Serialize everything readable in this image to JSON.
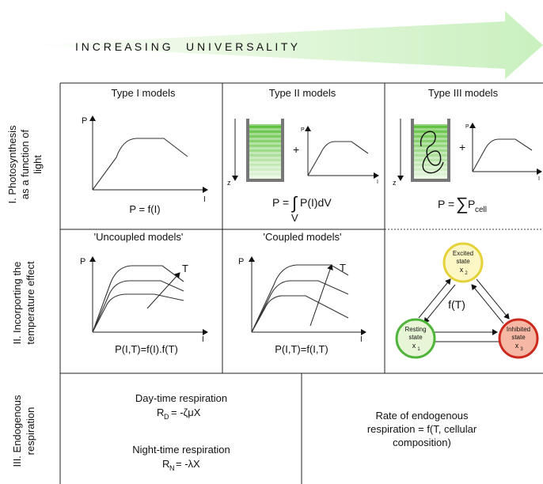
{
  "banner": {
    "text": "I N C R E A S I N G     U N I V E R S A L I T Y"
  },
  "rows": [
    {
      "label_line1": "I. Photosynthesis",
      "label_line2": "as a function of",
      "label_line3": "light"
    },
    {
      "label_line1": "II. Incorporting the",
      "label_line2": "temperature effect"
    },
    {
      "label_line1": "III. Endogenous",
      "label_line2": "respiration"
    }
  ],
  "row1": {
    "type1": {
      "title": "Type I models",
      "y_label": "P",
      "x_label": "I",
      "equation": "P = f(I)"
    },
    "type2": {
      "title": "Type II models",
      "z_label": "z",
      "y_label": "P",
      "x_label": "I",
      "plus": "+",
      "eq_prefix": "P = ",
      "integral": "∫",
      "eq_body": "P(I)dV",
      "eq_sub": "V"
    },
    "type3": {
      "title": "Type III models",
      "z_label": "z",
      "y_label": "P",
      "x_label": "I",
      "plus": "+",
      "eq_prefix": "P = ",
      "sigma": "∑",
      "eq_body": "P",
      "eq_sub": "cell"
    }
  },
  "row2": {
    "uncoupled": {
      "title": "'Uncoupled models'",
      "y_label": "P",
      "x_label": "I",
      "arrow_label": "T",
      "equation": "P(I,T)=f(I).f(T)"
    },
    "coupled": {
      "title": "'Coupled models'",
      "y_label": "P",
      "x_label": "I",
      "arrow_label": "T",
      "equation": "P(I,T)=f(I,T)"
    },
    "states": {
      "excited_line1": "Excited",
      "excited_line2": "state",
      "excited_var": "x",
      "excited_sub": "2",
      "resting_line1": "Resting",
      "resting_line2": "state",
      "resting_var": "x",
      "resting_sub": "1",
      "inhibited_line1": "Inhibited",
      "inhibited_line2": "state",
      "inhibited_var": "x",
      "inhibited_sub": "3",
      "center_label": "f(T)"
    }
  },
  "row3": {
    "day_title": "Day-time respiration",
    "day_var": "R",
    "day_sub": "D",
    "day_eq": "= -ζμX",
    "night_title": "Night-time respiration",
    "night_var": "R",
    "night_sub": "N",
    "night_eq": "= -λX",
    "rate_line1": "Rate of endogenous",
    "rate_line2": "respiration = f(T, cellular",
    "rate_line3": "composition)"
  },
  "colors": {
    "banner_fill": "#c9f0bf",
    "excited_fill": "#fdf7c6",
    "excited_stroke": "#e4d23a",
    "resting_fill": "#e6f6d6",
    "resting_stroke": "#4fb43a",
    "inhibited_fill": "#f6b8a4",
    "inhibited_stroke": "#cc2a1e",
    "bar_green": "#5bbf3a"
  }
}
